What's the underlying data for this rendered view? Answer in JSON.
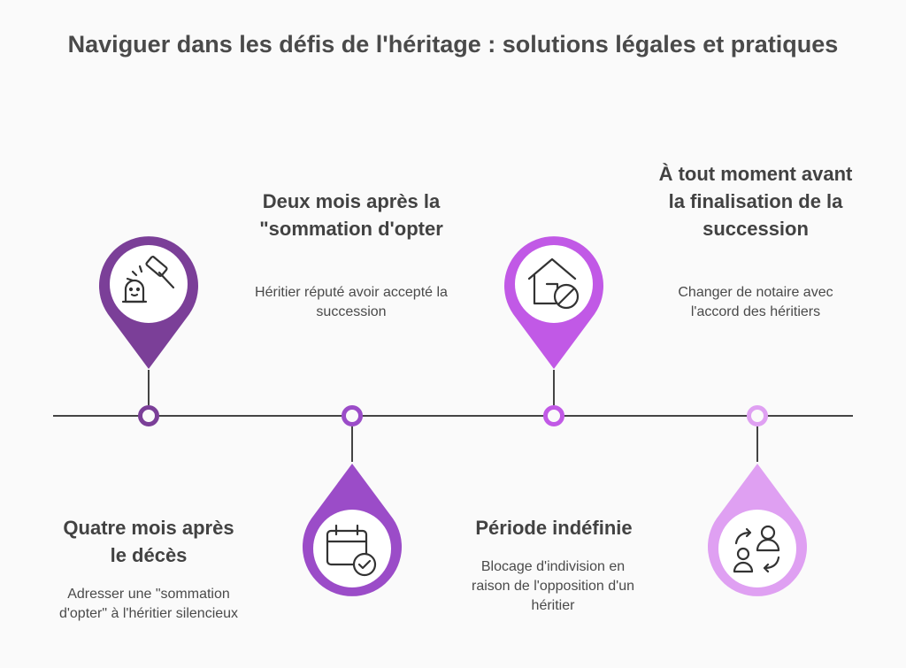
{
  "title": "Naviguer dans les défis de l'héritage : solutions légales et pratiques",
  "colors": {
    "line": "#444444",
    "step1": "#7b3f98",
    "step2": "#9b4cc8",
    "step3": "#c159e6",
    "step4": "#dfa0f2"
  },
  "steps": [
    {
      "title": "Quatre mois après le décès",
      "description": "Adresser une \"sommation d'opter\" à l'héritier silencieux",
      "icon": "gavel-ghost-icon"
    },
    {
      "title": "Deux mois après la \"sommation d'opter",
      "description": "Héritier réputé avoir accepté la succession",
      "icon": "calendar-check-icon"
    },
    {
      "title": "Période indéfinie",
      "description": "Blocage d'indivision en raison de l'opposition d'un héritier",
      "icon": "house-blocked-icon"
    },
    {
      "title": "À tout moment avant la finalisation de la succession",
      "description": "Changer de notaire avec l'accord des héritiers",
      "icon": "people-swap-icon"
    }
  ]
}
